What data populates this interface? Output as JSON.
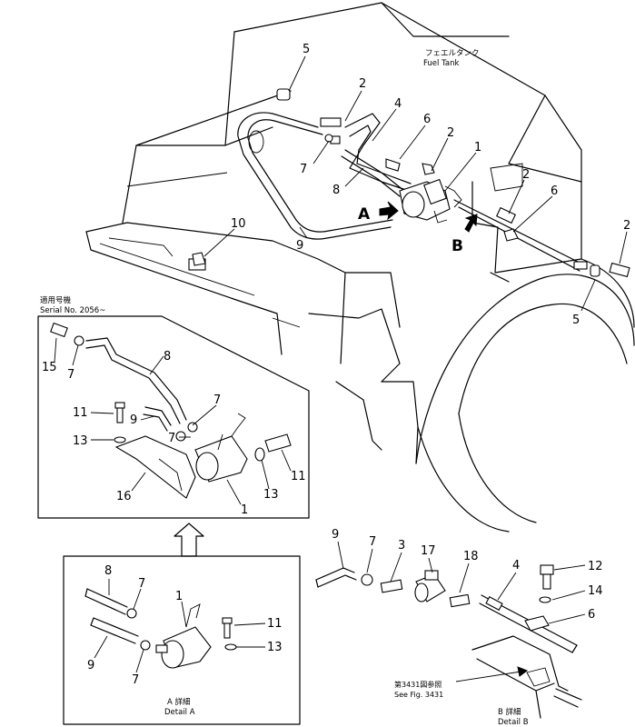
{
  "fuel_tank": {
    "jp": "フェエルタンク",
    "en": "Fuel Tank"
  },
  "view_labels": {
    "a": "A",
    "b": "B"
  },
  "serial_box": {
    "jp": "適用号機",
    "en": "Serial No. 2056~"
  },
  "detail_a": {
    "jp": "A 詳細",
    "en": "Detail A"
  },
  "detail_b": {
    "jp": "B 詳細",
    "en": "Detail B"
  },
  "see_fig": {
    "jp": "第3431図参照",
    "en": "See Fig. 3431"
  },
  "callouts": {
    "main": [
      "5",
      "2",
      "4",
      "6",
      "2",
      "1",
      "7",
      "8",
      "2",
      "6",
      "2",
      "9",
      "10",
      "5"
    ],
    "serial": [
      "15",
      "7",
      "8",
      "11",
      "9",
      "7",
      "13",
      "7",
      "16",
      "1",
      "13",
      "11"
    ],
    "detail_a": [
      "8",
      "7",
      "1",
      "9",
      "7",
      "11",
      "13"
    ],
    "detail_b": [
      "9",
      "7",
      "3",
      "17",
      "18",
      "4",
      "12",
      "14",
      "6"
    ]
  }
}
